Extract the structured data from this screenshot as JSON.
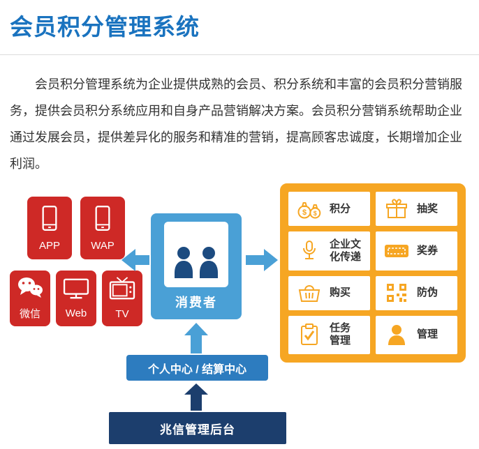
{
  "page": {
    "title": "会员积分管理系统",
    "description": "会员积分管理系统为企业提供成熟的会员、积分系统和丰富的会员积分营销服务，提供会员积分系统应用和自身产品营销解决方案。会员积分营销系统帮助企业通过发展会员，提供差异化的服务和精准的营销，提高顾客忠诚度，长期增加企业利润。"
  },
  "diagram": {
    "channels": [
      {
        "label": "APP",
        "icon": "smartphone-icon"
      },
      {
        "label": "WAP",
        "icon": "smartphone-icon"
      },
      {
        "label": "微信",
        "icon": "wechat-icon"
      },
      {
        "label": "Web",
        "icon": "monitor-icon"
      },
      {
        "label": "TV",
        "icon": "tv-icon"
      }
    ],
    "consumer": {
      "label": "消费者"
    },
    "features": [
      {
        "label": "积分",
        "icon": "money-bags-icon"
      },
      {
        "label": "抽奖",
        "icon": "gift-icon"
      },
      {
        "label": "企业文\n化传递",
        "icon": "microphone-icon"
      },
      {
        "label": "奖券",
        "icon": "ticket-icon"
      },
      {
        "label": "购买",
        "icon": "basket-icon"
      },
      {
        "label": "防伪",
        "icon": "qrcode-icon"
      },
      {
        "label": "任务\n管理",
        "icon": "clipboard-check-icon"
      },
      {
        "label": "管理",
        "icon": "person-icon"
      }
    ],
    "personal_center": {
      "label": "个人中心 / 结算中心"
    },
    "backend": {
      "label": "兆信管理后台"
    }
  },
  "colors": {
    "title_blue": "#1a73bf",
    "channel_red": "#ce2926",
    "consumer_blue": "#4aa0d6",
    "person_navy": "#1c4b80",
    "bar_blue": "#2d7cbf",
    "backend_navy": "#1c3e6d",
    "feature_orange": "#f6a623",
    "text_dark": "#333333"
  }
}
